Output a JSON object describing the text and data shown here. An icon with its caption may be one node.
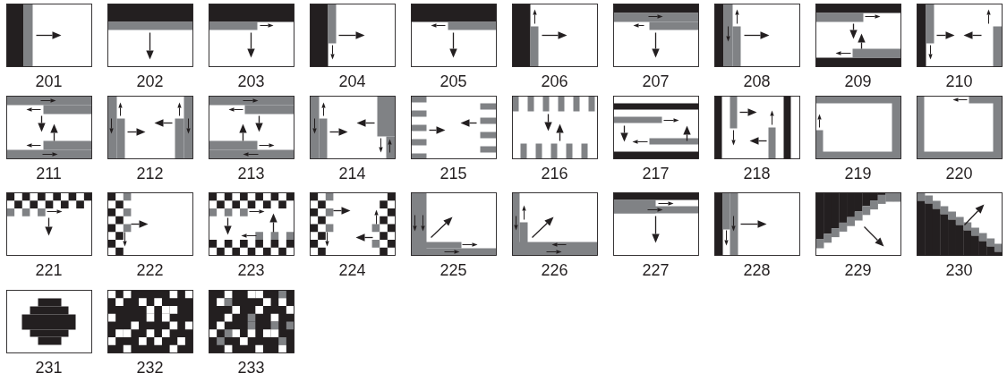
{
  "diagram": {
    "labels": [
      "201",
      "202",
      "203",
      "204",
      "205",
      "206",
      "207",
      "208",
      "209",
      "210",
      "211",
      "212",
      "213",
      "214",
      "215",
      "216",
      "217",
      "218",
      "219",
      "220",
      "221",
      "222",
      "223",
      "224",
      "225",
      "226",
      "227",
      "228",
      "229",
      "230",
      "231",
      "232",
      "233"
    ]
  }
}
